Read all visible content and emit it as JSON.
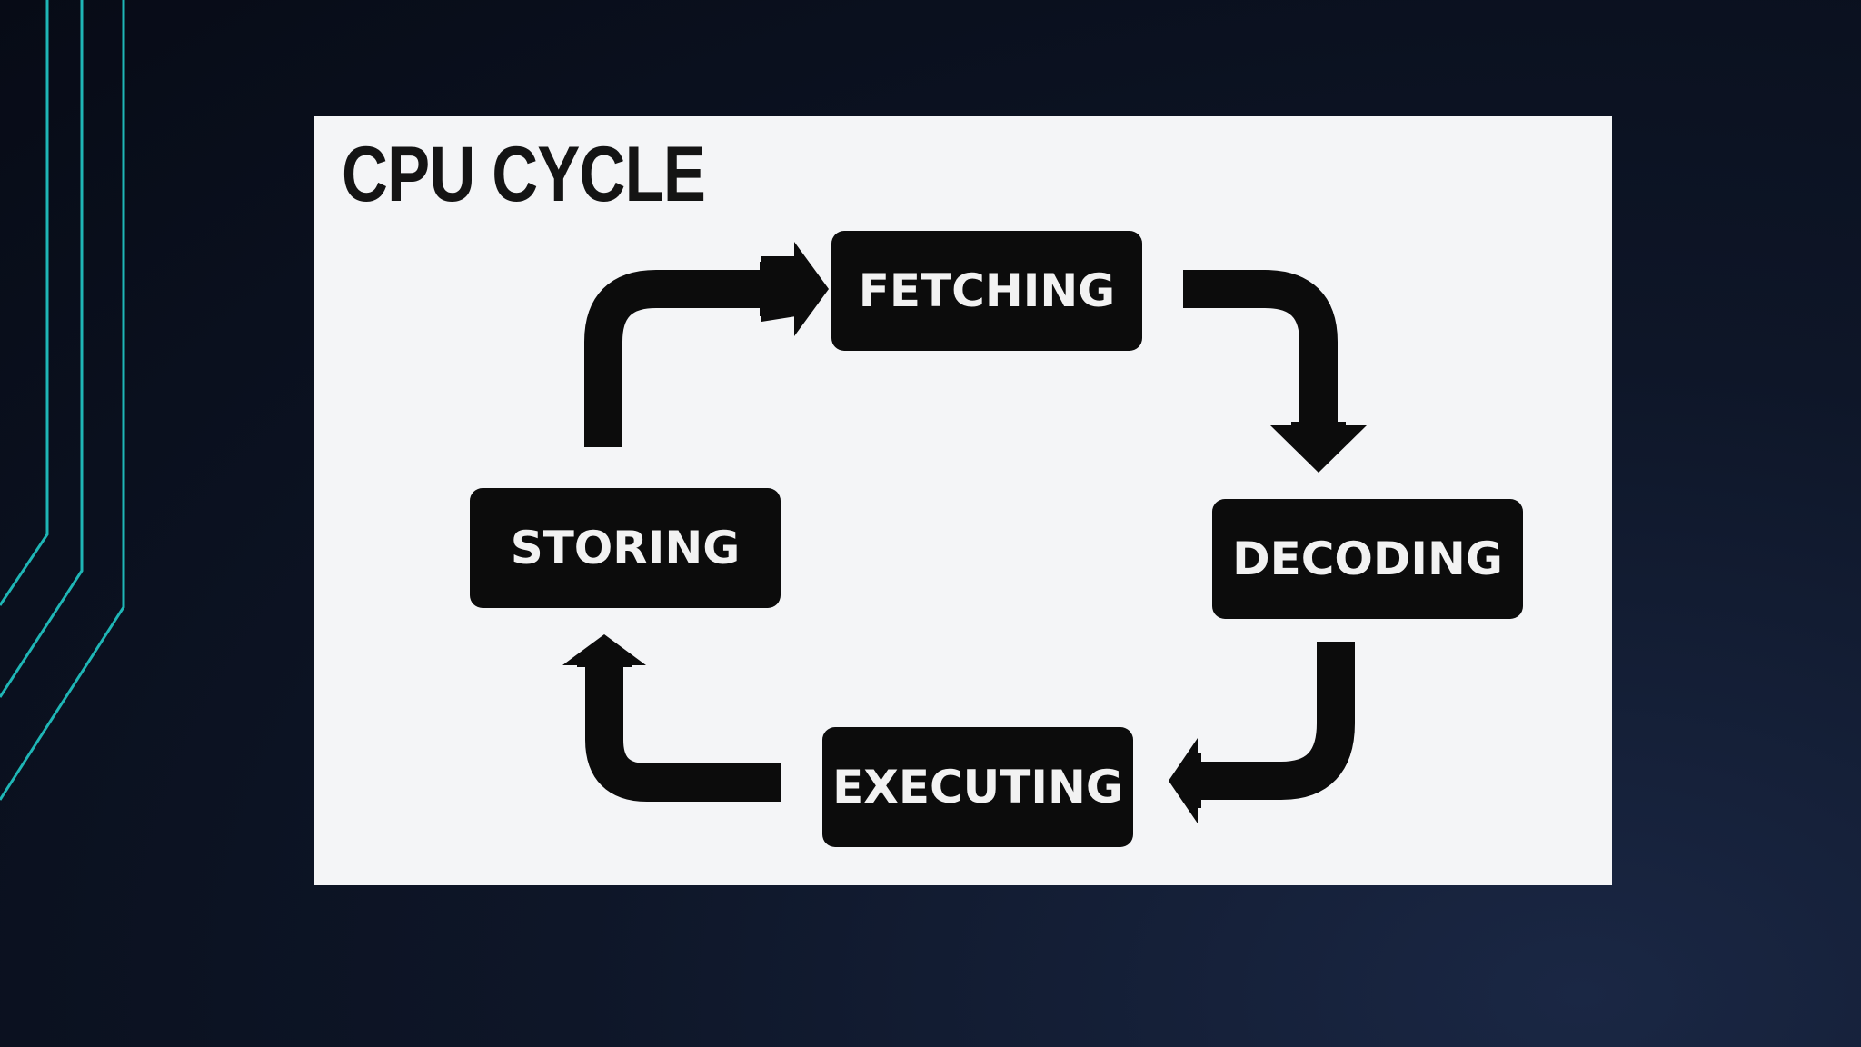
{
  "slide": {
    "accent_color": "#1fb6b6",
    "background_color": "#0b1220"
  },
  "diagram": {
    "title": "CPU CYCLE",
    "stages": [
      {
        "label": "FETCHING"
      },
      {
        "label": "DECODING"
      },
      {
        "label": "EXECUTING"
      },
      {
        "label": "STORING"
      }
    ],
    "arrow_color": "#0c0c0c",
    "box_color": "#0c0c0c",
    "panel_color": "#f4f5f7"
  }
}
